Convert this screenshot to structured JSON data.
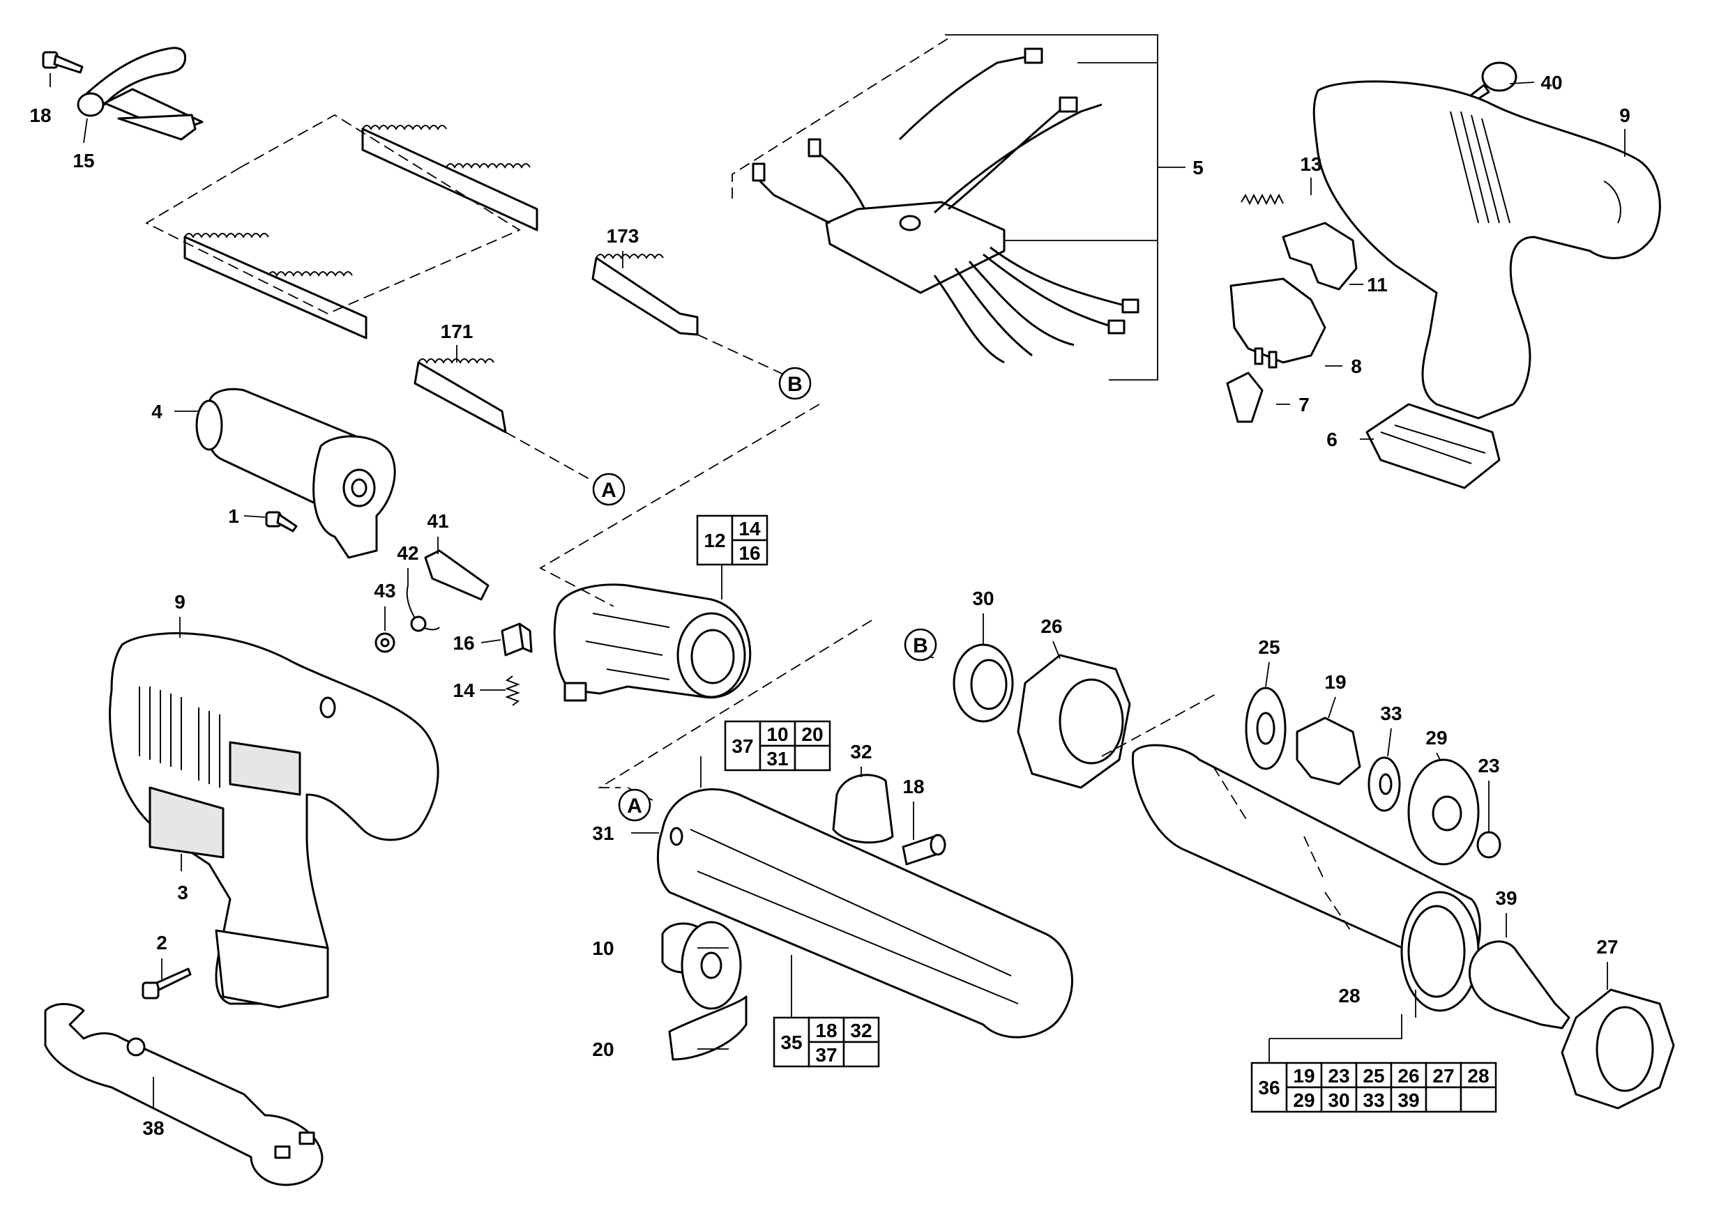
{
  "callouts": [
    {
      "id": "c18a",
      "label": "18"
    },
    {
      "id": "c15",
      "label": "15"
    },
    {
      "id": "c173",
      "label": "173"
    },
    {
      "id": "c171",
      "label": "171"
    },
    {
      "id": "c4",
      "label": "4"
    },
    {
      "id": "c1",
      "label": "1"
    },
    {
      "id": "c41",
      "label": "41"
    },
    {
      "id": "c42",
      "label": "42"
    },
    {
      "id": "c43",
      "label": "43"
    },
    {
      "id": "c16",
      "label": "16"
    },
    {
      "id": "c14",
      "label": "14"
    },
    {
      "id": "c9a",
      "label": "9"
    },
    {
      "id": "c3",
      "label": "3"
    },
    {
      "id": "c2",
      "label": "2"
    },
    {
      "id": "c38",
      "label": "38"
    },
    {
      "id": "c5",
      "label": "5"
    },
    {
      "id": "c13",
      "label": "13"
    },
    {
      "id": "c11",
      "label": "11"
    },
    {
      "id": "c8",
      "label": "8"
    },
    {
      "id": "c7",
      "label": "7"
    },
    {
      "id": "c6",
      "label": "6"
    },
    {
      "id": "c40",
      "label": "40"
    },
    {
      "id": "c9b",
      "label": "9"
    },
    {
      "id": "c30",
      "label": "30"
    },
    {
      "id": "c26",
      "label": "26"
    },
    {
      "id": "c25",
      "label": "25"
    },
    {
      "id": "c19",
      "label": "19"
    },
    {
      "id": "c33",
      "label": "33"
    },
    {
      "id": "c29",
      "label": "29"
    },
    {
      "id": "c23",
      "label": "23"
    },
    {
      "id": "c32",
      "label": "32"
    },
    {
      "id": "c18b",
      "label": "18"
    },
    {
      "id": "c31",
      "label": "31"
    },
    {
      "id": "c10",
      "label": "10"
    },
    {
      "id": "c20",
      "label": "20"
    },
    {
      "id": "c28",
      "label": "28"
    },
    {
      "id": "c39",
      "label": "39"
    },
    {
      "id": "c27",
      "label": "27"
    }
  ],
  "references": [
    {
      "id": "refB1",
      "label": "B"
    },
    {
      "id": "refA1",
      "label": "A"
    },
    {
      "id": "refB2",
      "label": "B"
    },
    {
      "id": "refA2",
      "label": "A"
    }
  ],
  "kits": [
    {
      "id": "kit12",
      "main": "12",
      "rows": [
        [
          "14"
        ],
        [
          "16"
        ]
      ]
    },
    {
      "id": "kit37",
      "main": "37",
      "rows": [
        [
          "10",
          "20"
        ],
        [
          "31",
          ""
        ]
      ]
    },
    {
      "id": "kit35",
      "main": "35",
      "rows": [
        [
          "18",
          "32"
        ],
        [
          "37",
          ""
        ]
      ]
    },
    {
      "id": "kit36",
      "main": "36",
      "rows": [
        [
          "19",
          "23",
          "25",
          "26",
          "27",
          "28"
        ],
        [
          "29",
          "30",
          "33",
          "39",
          "",
          ""
        ]
      ]
    }
  ],
  "colors": {
    "line": "#000000",
    "background": "#ffffff",
    "shade": "#e6e6e6"
  }
}
